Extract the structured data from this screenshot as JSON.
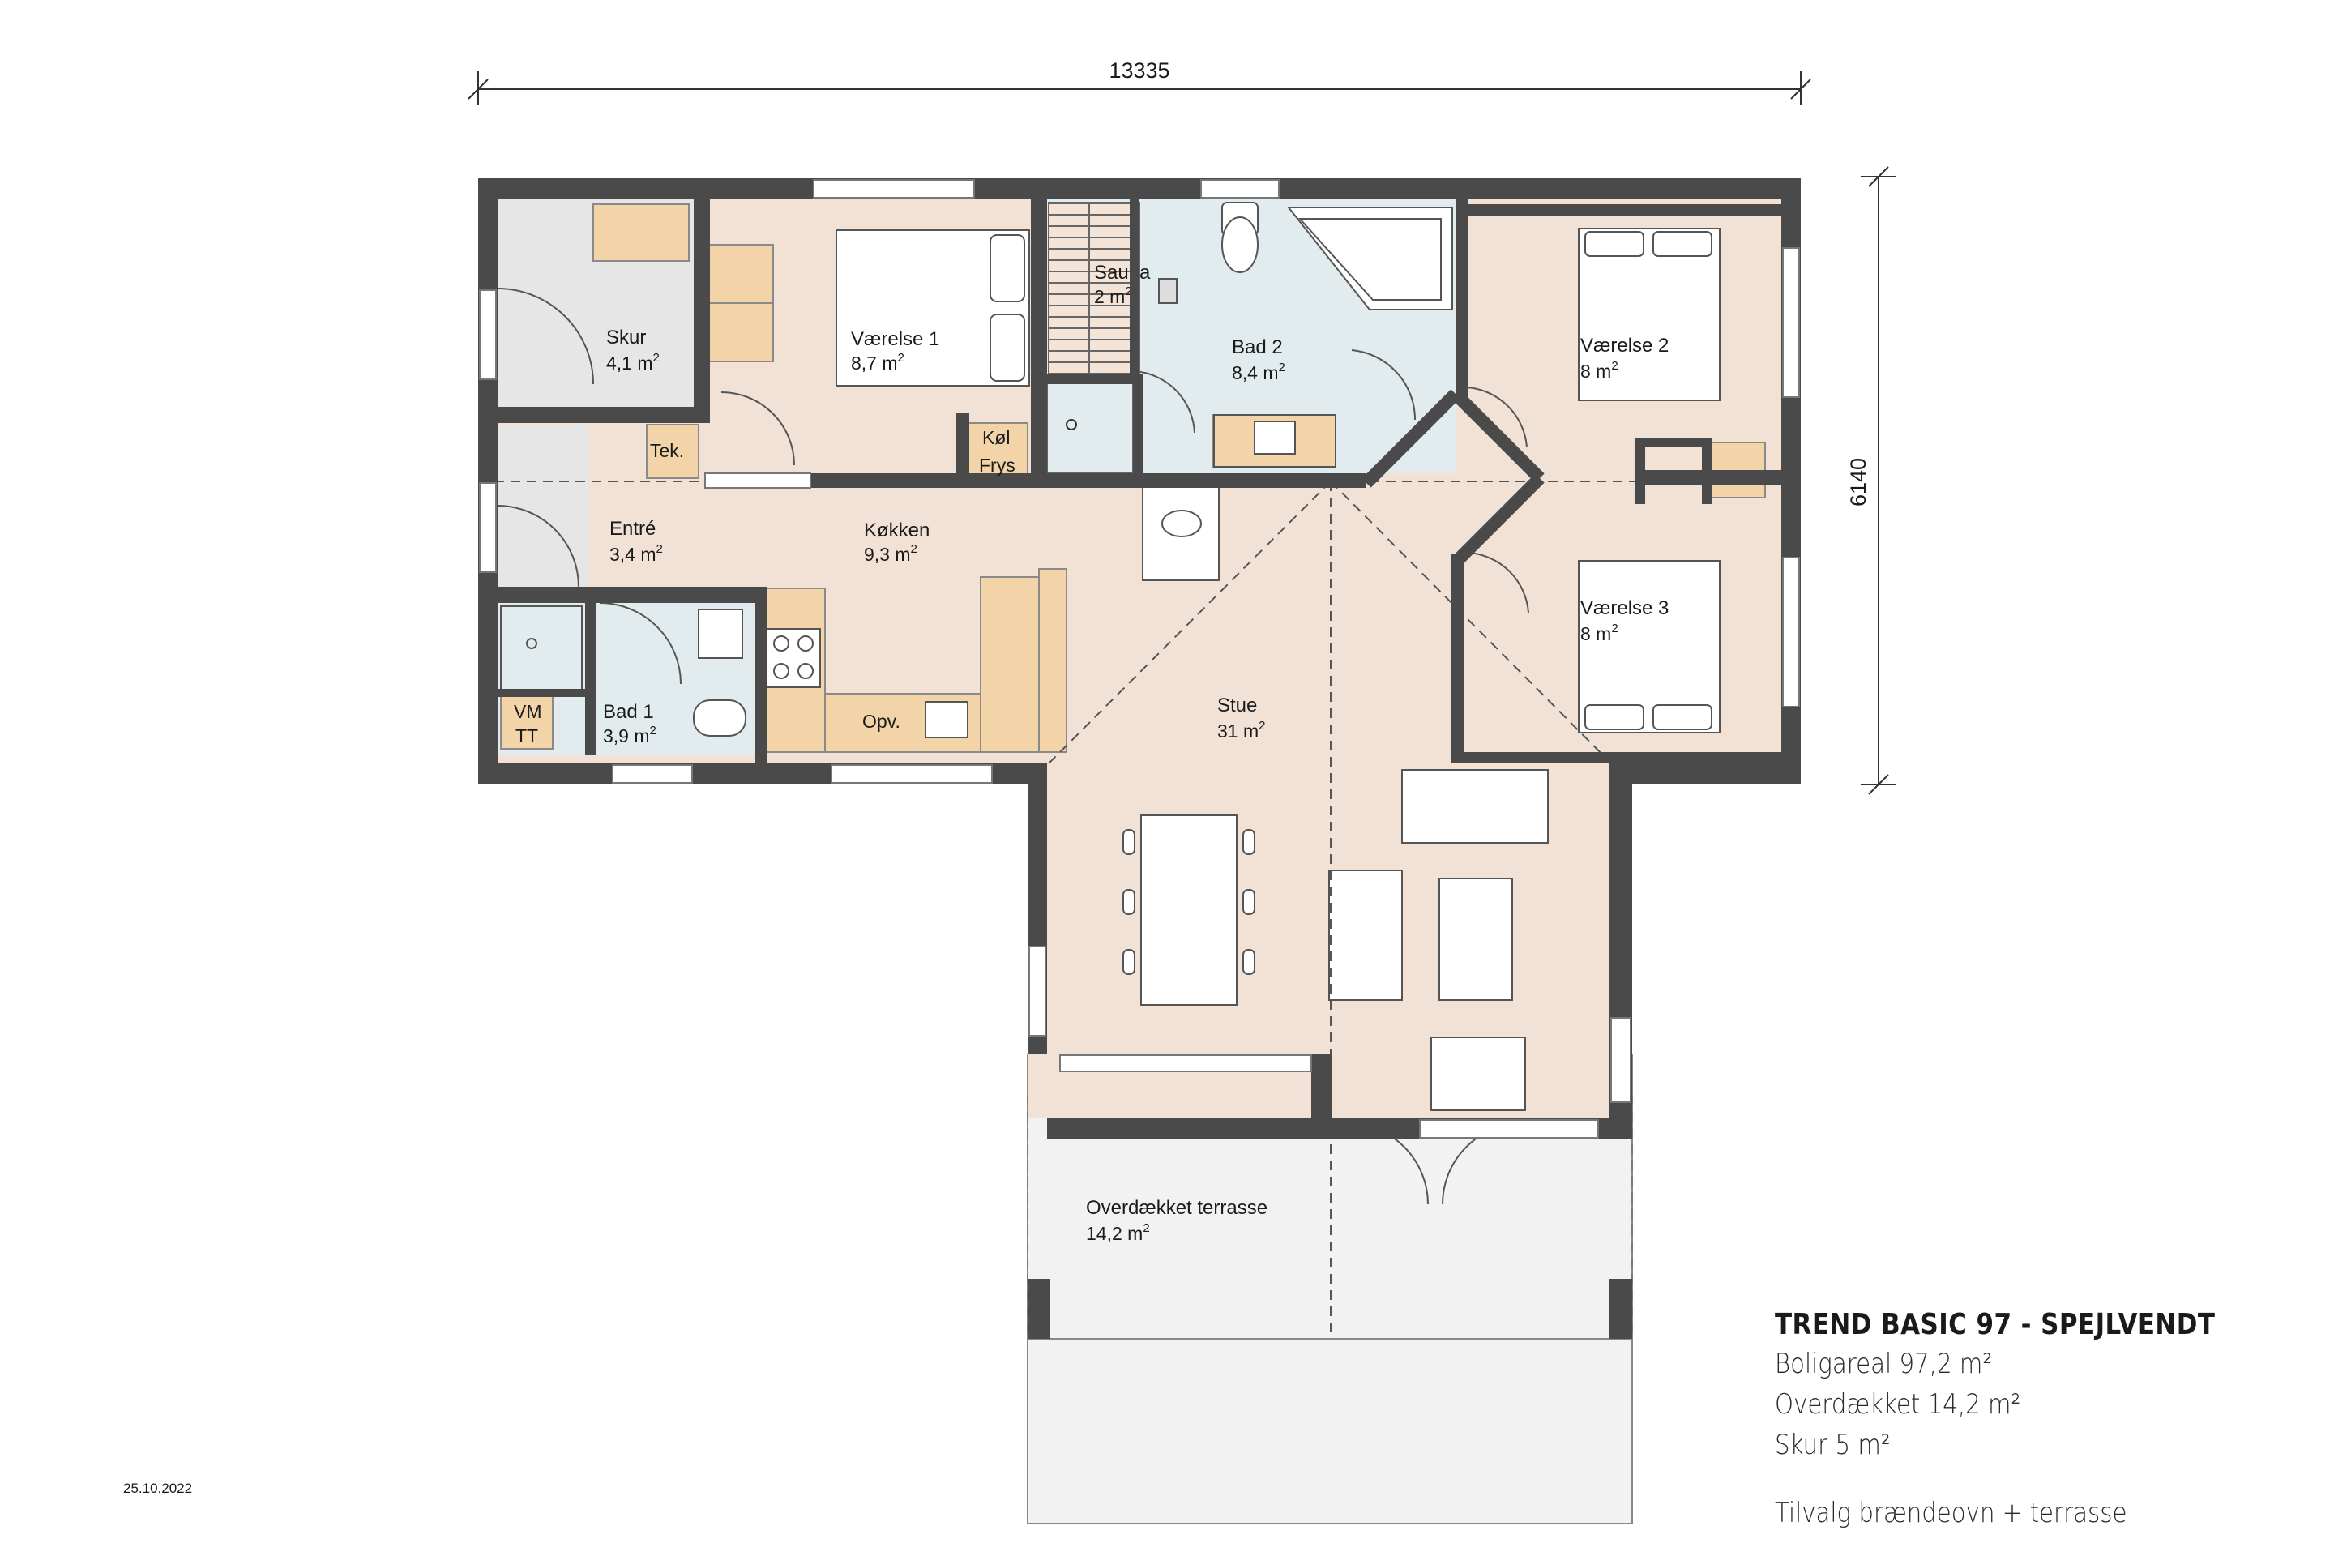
{
  "dimensions": {
    "width_label": "13335",
    "depth_label": "6140"
  },
  "rooms": {
    "skur": {
      "name": "Skur",
      "area": "4,1 m",
      "unit_sup": "2"
    },
    "vaerelse1": {
      "name": "Værelse 1",
      "area": "8,7 m",
      "unit_sup": "2"
    },
    "sauna": {
      "name": "Sauna",
      "area": "2 m",
      "unit_sup": "2"
    },
    "bad2": {
      "name": "Bad 2",
      "area": "8,4 m",
      "unit_sup": "2"
    },
    "vaerelse2": {
      "name": "Værelse 2",
      "area": "8 m",
      "unit_sup": "2"
    },
    "entre": {
      "name": "Entré",
      "area": "3,4 m",
      "unit_sup": "2"
    },
    "kokken": {
      "name": "Køkken",
      "area": "9,3 m",
      "unit_sup": "2"
    },
    "vaerelse3": {
      "name": "Værelse 3",
      "area": "8 m",
      "unit_sup": "2"
    },
    "bad1": {
      "name": "Bad 1",
      "area": "3,9 m",
      "unit_sup": "2"
    },
    "stue": {
      "name": "Stue",
      "area": "31 m",
      "unit_sup": "2"
    },
    "terrasse": {
      "name": "Overdækket terrasse",
      "area": "14,2 m",
      "unit_sup": "2"
    }
  },
  "labels": {
    "tek": "Tek.",
    "kol": "Køl",
    "frys": "Frys",
    "vm": "VM",
    "tt": "TT",
    "opv": "Opv."
  },
  "info": {
    "title": "TREND BASIC 97 - SPEJLVENDT",
    "boligareal": "Boligareal 97,2 m²",
    "overdaekket": "Overdækket 14,2 m²",
    "skur": "Skur 5 m²",
    "tilvalg": "Tilvalg brændeovn + terrasse"
  },
  "date": "25.10.2022",
  "colors": {
    "wall": "#4a4a4a",
    "floor_beige": "#f2e2d6",
    "floor_grey": "#e6e6e6",
    "floor_blue": "#e2ecee",
    "cabinet": "#f3d3a8",
    "terrace": "#f0f0f0"
  }
}
